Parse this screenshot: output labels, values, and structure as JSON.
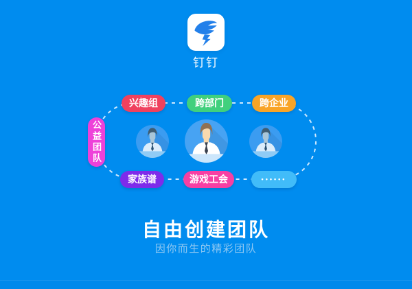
{
  "app": {
    "name": "钉钉"
  },
  "theme": {
    "background": "#008CEF",
    "title_color": "#FFFFFF",
    "subtitle_color": "#8FC8F2",
    "connector_color": "#E6F3FF",
    "logo_tile_color": "#FFFFFF",
    "logo_glyph_color": "#2380EA"
  },
  "diagram": {
    "pills": [
      {
        "label": "兴趣组",
        "color": "#F0415E"
      },
      {
        "label": "跨部门",
        "color": "#40D07D"
      },
      {
        "label": "跨企业",
        "color": "#F9A427"
      },
      {
        "label": "公益团队",
        "color": "#EE41D9"
      },
      {
        "label": "家族谱",
        "color": "#7E2CEA"
      },
      {
        "label": "游戏工会",
        "color": "#F83FA3"
      },
      {
        "label": "••••••",
        "color": "#41BCF9"
      }
    ],
    "avatars": [
      {
        "role": "team-member-left"
      },
      {
        "role": "team-leader-center"
      },
      {
        "role": "team-member-right"
      }
    ]
  },
  "caption": {
    "title": "自由创建团队",
    "subtitle": "因你而生的精彩团队"
  }
}
